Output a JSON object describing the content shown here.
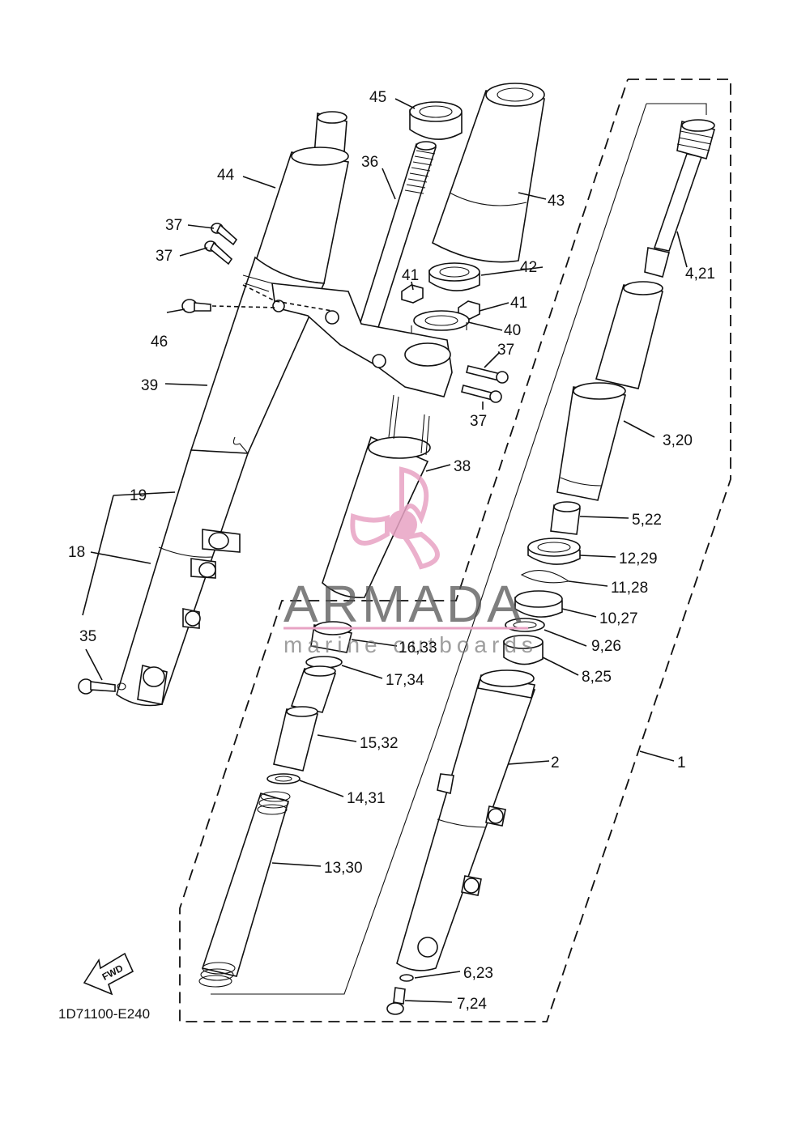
{
  "diagram_code": "1D71100-E240",
  "direction_badge": "FWD",
  "watermark": {
    "brand": "ARMADA",
    "tagline": "marine outboards",
    "accent_color": "#e8a3c4"
  },
  "callouts": {
    "c1": "1",
    "c2": "2",
    "c3": "3,20",
    "c4": "4,21",
    "c5": "5,22",
    "c6": "6,23",
    "c7": "7,24",
    "c8": "8,25",
    "c9": "9,26",
    "c10": "10,27",
    "c11": "11,28",
    "c12": "12,29",
    "c13": "13,30",
    "c14": "14,31",
    "c15": "15,32",
    "c16": "16,33",
    "c17": "17,34",
    "c18": "18",
    "c19": "19",
    "c35": "35",
    "c36": "36",
    "c37a": "37",
    "c37b": "37",
    "c37c": "37",
    "c37d": "37",
    "c38": "38",
    "c39": "39",
    "c40": "40",
    "c41a": "41",
    "c41b": "41",
    "c42": "42",
    "c43": "43",
    "c44": "44",
    "c45": "45",
    "c46": "46"
  }
}
